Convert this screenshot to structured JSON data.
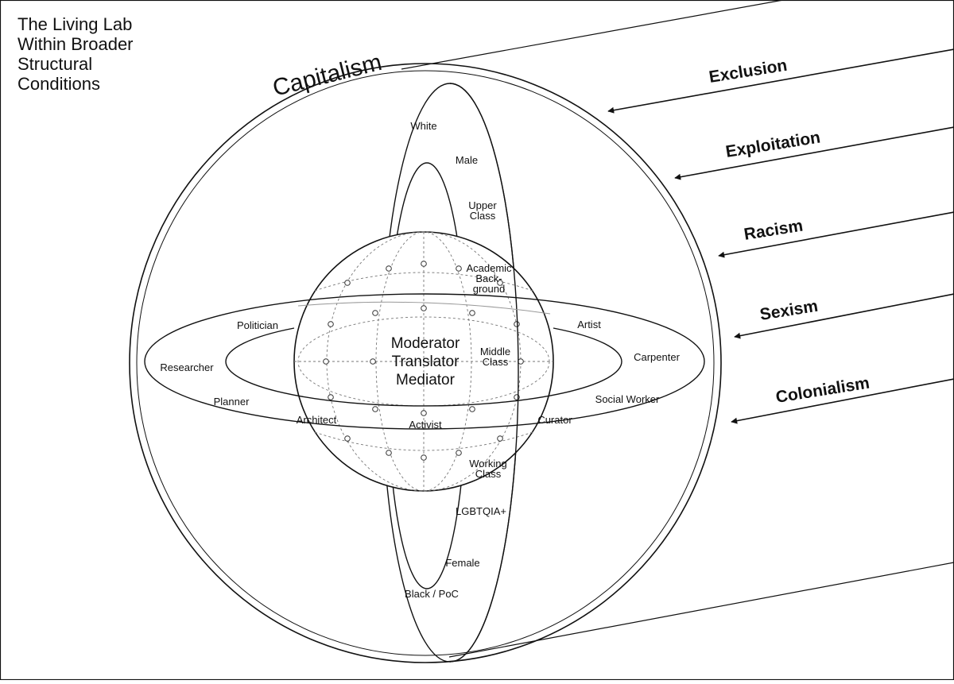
{
  "title_lines": [
    "The Living Lab",
    "Within Broader",
    "Structural",
    "Conditions"
  ],
  "outer_label": "Capitalism",
  "forces": [
    "Exclusion",
    "Exploitation",
    "Racism",
    "Sexism",
    "Colonialism"
  ],
  "center_lines": [
    "Moderator",
    "Translator",
    "Mediator"
  ],
  "identity_axis": {
    "white": "White",
    "male": "Male",
    "upper_class": [
      "Upper",
      "Class"
    ],
    "academic_background": [
      "Academic",
      "Back-",
      "ground"
    ],
    "middle_class": [
      "Middle",
      "Class"
    ],
    "working_class": [
      "Working",
      "Class"
    ],
    "lgbtqia": "LGBTQIA+",
    "female": "Female",
    "black_poc": "Black / PoC"
  },
  "roles": {
    "politician": "Politician",
    "researcher": "Researcher",
    "planner": "Planner",
    "architect": "Architect",
    "activist": "Activist",
    "artist": "Artist",
    "carpenter": "Carpenter",
    "social_worker": "Social Worker",
    "curator": "Curator"
  },
  "colors": {
    "line": "#111111",
    "grid": "#777777",
    "background": "#ffffff"
  }
}
